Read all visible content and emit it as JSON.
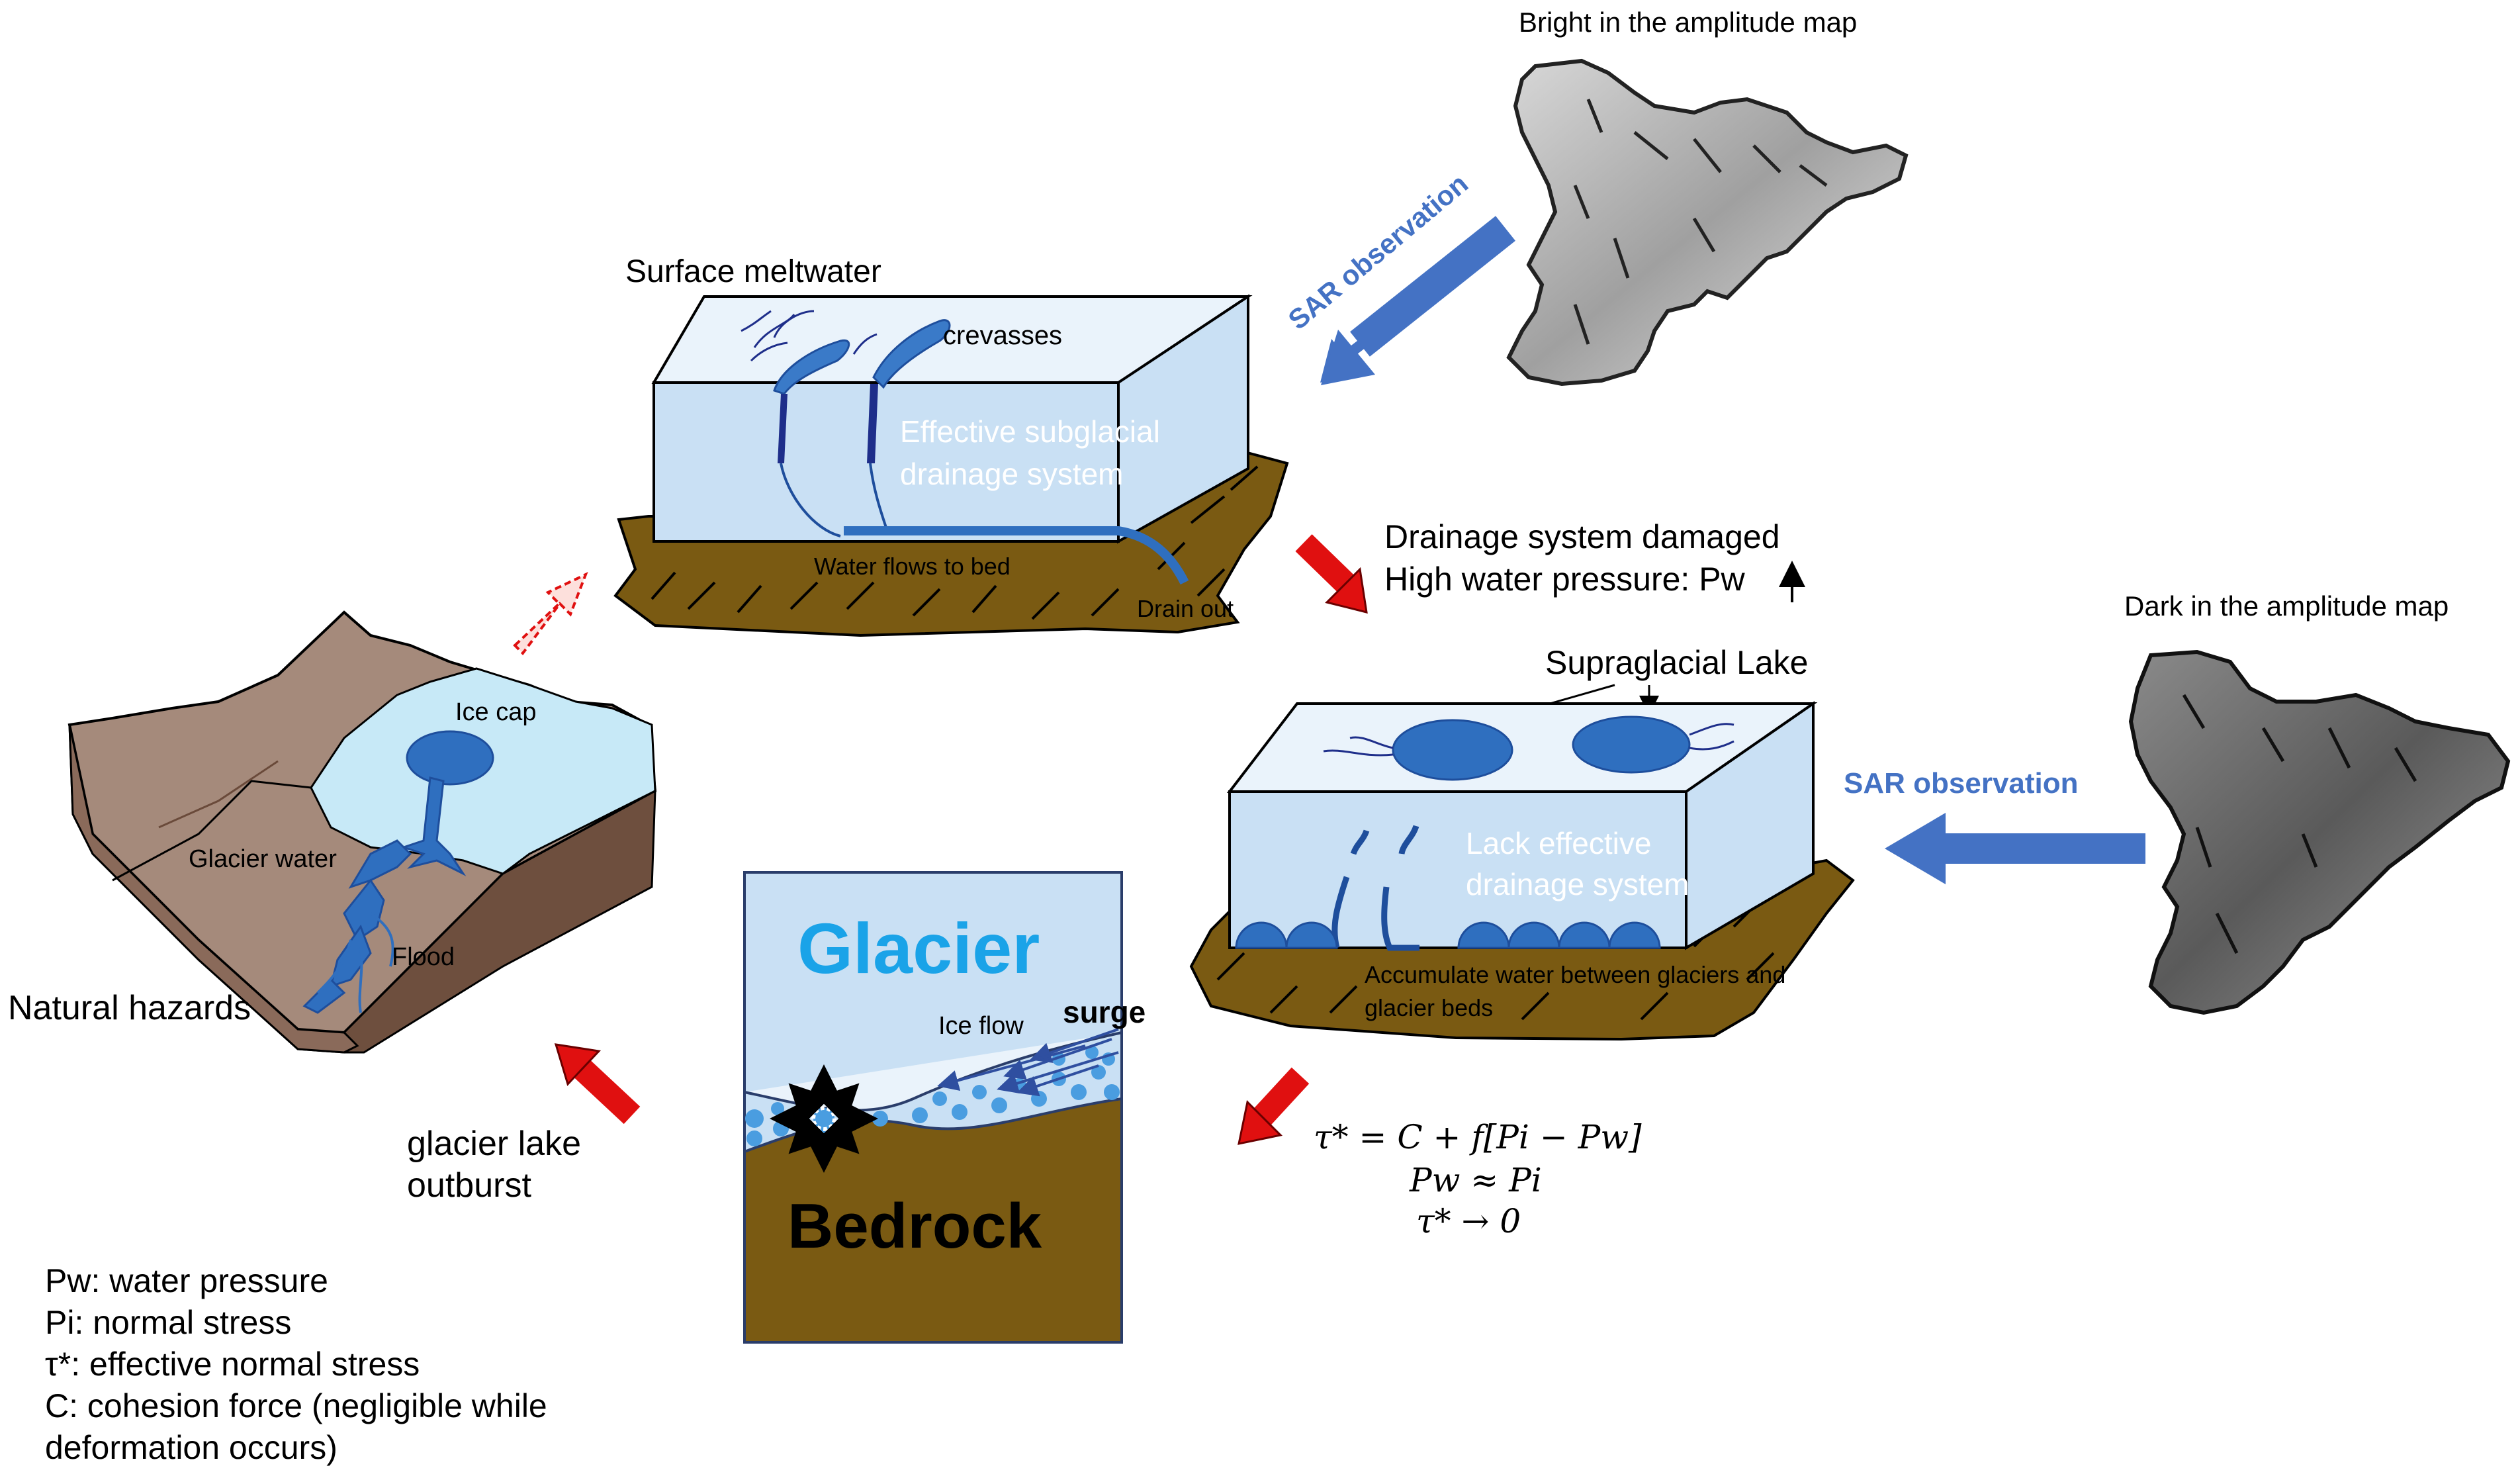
{
  "top_box": {
    "title": "Surface meltwater",
    "crevasses": "crevasses",
    "interior": [
      "Effective subglacial",
      "drainage system"
    ],
    "bed": "Water flows to bed",
    "drain": "Drain out"
  },
  "sar_top": {
    "caption": "Bright in the amplitude map",
    "arrow_label": "SAR observation"
  },
  "middle_status": {
    "line1": "Drainage system damaged",
    "line2": "High water pressure: Pw"
  },
  "right_box": {
    "lake_label": "Supraglacial Lake",
    "interior": [
      "Lack effective",
      "drainage system"
    ],
    "bed": [
      "Accumulate water between glaciers and",
      "glacier beds"
    ]
  },
  "sar_right": {
    "caption": "Dark in the amplitude map",
    "arrow_label": "SAR observation"
  },
  "equations": {
    "eq1": "τ* = C + f[Pi − Pw]",
    "eq2": "Pw ≈ Pi",
    "eq3": "τ* → 0"
  },
  "glacier_panel": {
    "glacier": "Glacier",
    "bedrock": "Bedrock",
    "ice_flow": "Ice flow",
    "surge": "surge"
  },
  "outburst": [
    "glacier lake",
    "outburst"
  ],
  "terrain": {
    "ice_cap": "Ice cap",
    "glacier_water": "Glacier water",
    "flood": "Flood",
    "caption": "Natural hazards"
  },
  "legend": [
    "Pw: water pressure",
    "Pi: normal stress",
    "τ*: effective normal stress",
    "C: cohesion force (negligible while",
    "deformation occurs)"
  ],
  "colors": {
    "ice": "#c9e0f4",
    "bed": "#7a5a12",
    "water": "#2f6fbf",
    "sar_arrow": "#4472c4",
    "red_arrow": "#e01010",
    "glacier_text": "#1aa3e8"
  }
}
